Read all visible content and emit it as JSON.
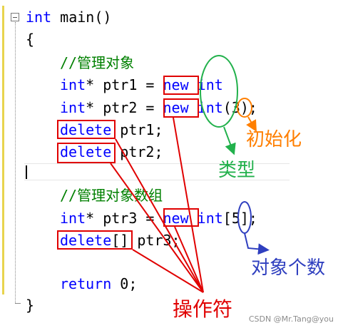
{
  "code": {
    "l1": {
      "kw": "int",
      "rest": " main()"
    },
    "l2": "{",
    "l3": "//管理对象",
    "l4": {
      "kw1": "int",
      "mid": "* ptr1 = ",
      "kw2": "new",
      "sp": " ",
      "kw3": "int"
    },
    "l5": {
      "kw1": "int",
      "mid": "* ptr2 = ",
      "kw2": "new",
      "sp": " ",
      "kw3": "int",
      "rest": "(3);"
    },
    "l6": {
      "kw": "delete",
      "rest": " ptr1;"
    },
    "l7": {
      "kw": "delete",
      "rest": " ptr2;"
    },
    "l9": "//管理对象数组",
    "l10": {
      "kw1": "int",
      "mid": "* ptr3 = ",
      "kw2": "new",
      "sp": " ",
      "kw3": "int",
      "rest": "[5];"
    },
    "l11": {
      "kw": "delete",
      "rest": "[] ptr3;"
    },
    "l13": {
      "kw": "return",
      "rest": " 0;"
    },
    "l14": "}"
  },
  "annotations": {
    "type_label": "类型",
    "init_label": "初始化",
    "count_label": "对象个数",
    "operator_label": "操作符"
  },
  "colors": {
    "keyword": "#0000ff",
    "comment": "#008000",
    "annotation_red": "#e00000",
    "annotation_green": "#22b14c",
    "annotation_orange": "#ff7f00",
    "annotation_blue": "#2f3fbf"
  },
  "watermark": "CSDN @Mr.Tang@you"
}
